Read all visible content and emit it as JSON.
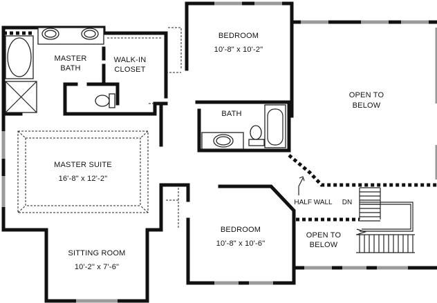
{
  "rooms": {
    "bedroom_top": {
      "name": "BEDROOM",
      "size": "10'-8\" x 10'-2\""
    },
    "master_bath": {
      "name_line1": "MASTER",
      "name_line2": "BATH"
    },
    "walk_in_closet": {
      "name_line1": "WALK-IN",
      "name_line2": "CLOSET"
    },
    "open_to_below_top": {
      "name_line1": "OPEN TO",
      "name_line2": "BELOW"
    },
    "bath": {
      "name": "BATH"
    },
    "master_suite": {
      "name": "MASTER SUITE",
      "size": "16'-8\" x 12'-2\""
    },
    "bedroom_bottom": {
      "name": "BEDROOM",
      "size": "10'-8\" x 10'-6\""
    },
    "sitting_room": {
      "name": "SITTING ROOM",
      "size": "10'-2\" x 7'-6\""
    },
    "open_to_below_bottom": {
      "name_line1": "OPEN TO",
      "name_line2": "BELOW"
    }
  },
  "annotations": {
    "half_wall": "HALF WALL",
    "stair_down": "DN"
  }
}
